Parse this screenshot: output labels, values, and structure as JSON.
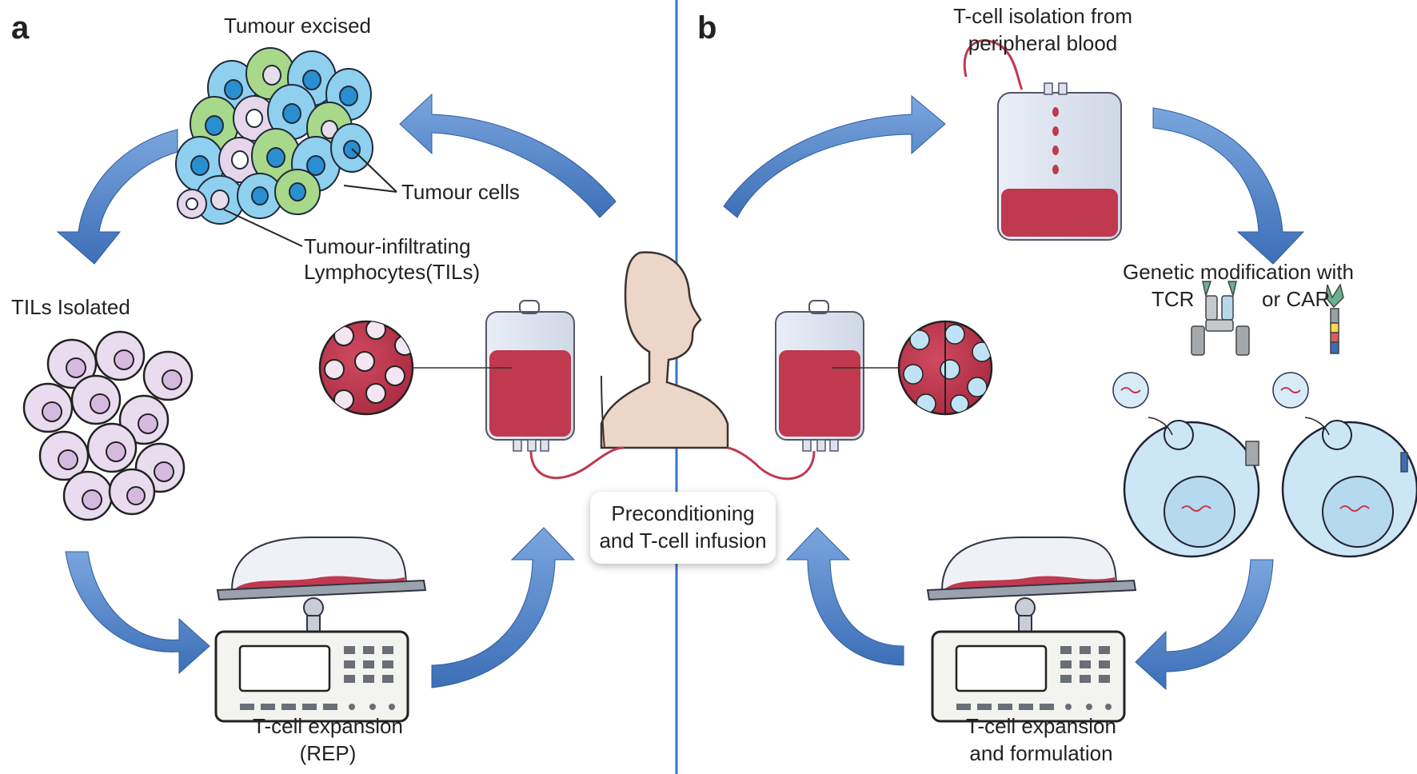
{
  "panels": {
    "a": "a",
    "b": "b"
  },
  "panel_a": {
    "tumour_excised": "Tumour excised",
    "tumour_cells": "Tumour cells",
    "tils_line1": "Tumour-infiltrating",
    "tils_line2": "Lymphocytes(TILs)",
    "tils_isolated": "TILs Isolated",
    "expansion_line1": "T-cell expansion",
    "expansion_line2": "(REP)"
  },
  "panel_b": {
    "isolation_line1": "T-cell isolation from",
    "isolation_line2": "peripheral blood",
    "genetic_modification": "Genetic modification with",
    "tcr": "TCR",
    "car": "or CAR",
    "expansion_line1": "T-cell expansion",
    "expansion_line2": "and formulation"
  },
  "center": {
    "line1": "Preconditioning",
    "line2": "and T-cell infusion"
  },
  "colors": {
    "arrow": "#4a80c8",
    "blood": "#c0394f",
    "skin": "#eed7c9",
    "tumour_blue": "#7cc6ea",
    "tumour_green": "#9fd07c",
    "lymphocyte": "#e6d6ea",
    "divider": "#3b74c4"
  }
}
